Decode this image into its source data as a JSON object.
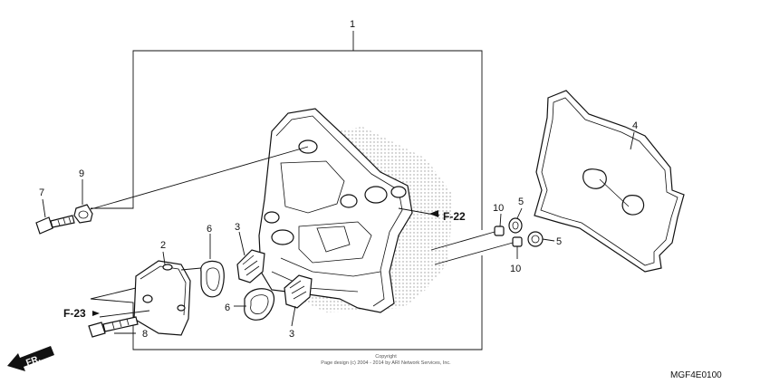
{
  "callouts": [
    {
      "id": "1",
      "label": "1"
    },
    {
      "id": "2",
      "label": "2"
    },
    {
      "id": "3a",
      "label": "3"
    },
    {
      "id": "3b",
      "label": "3"
    },
    {
      "id": "4",
      "label": "4"
    },
    {
      "id": "5a",
      "label": "5"
    },
    {
      "id": "5b",
      "label": "5"
    },
    {
      "id": "6a",
      "label": "6"
    },
    {
      "id": "6b",
      "label": "6"
    },
    {
      "id": "7",
      "label": "7"
    },
    {
      "id": "8",
      "label": "8"
    },
    {
      "id": "9",
      "label": "9"
    },
    {
      "id": "10a",
      "label": "10"
    },
    {
      "id": "10b",
      "label": "10"
    }
  ],
  "references": {
    "f22": "F-22",
    "f23": "F-23"
  },
  "direction": "FR.",
  "copyright_lines": [
    "Copyright",
    "Page design (c) 2004 - 2014 by ARI Network Services, Inc."
  ],
  "diagram_code": "MGF4E0100",
  "colors": {
    "line": "#111111",
    "hatch": "#9a9a9a",
    "background": "#ffffff"
  }
}
